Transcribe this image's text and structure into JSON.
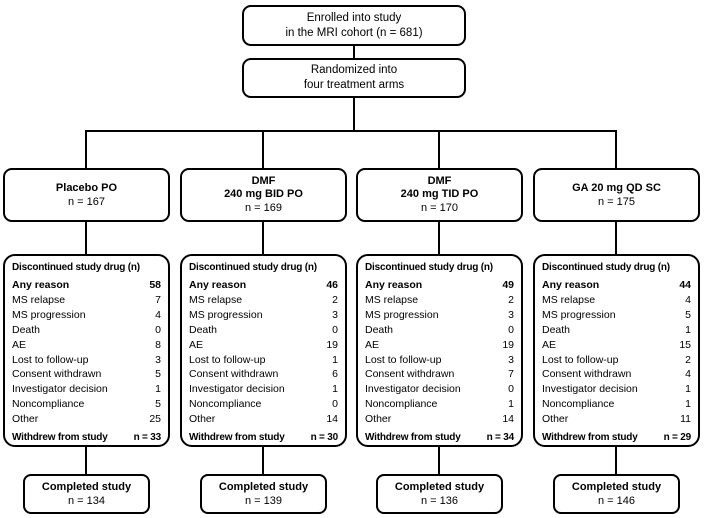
{
  "enrolled": {
    "line1": "Enrolled into study",
    "line2": "in the MRI cohort (n = 681)"
  },
  "randomized": {
    "line1": "Randomized into",
    "line2": "four treatment arms"
  },
  "discontinued_header": "Discontinued study drug (n)",
  "withdrew_label": "Withdrew from study",
  "completed_label": "Completed study",
  "reason_labels": [
    "Any reason",
    "MS relapse",
    "MS progression",
    "Death",
    "AE",
    "Lost to follow-up",
    "Consent withdrawn",
    "Investigator decision",
    "Noncompliance",
    "Other"
  ],
  "arms": [
    {
      "id": "placebo",
      "title_line1": "Placebo PO",
      "title_line2": "",
      "n": "n = 167",
      "reason_values": [
        "58",
        "7",
        "4",
        "0",
        "8",
        "3",
        "5",
        "1",
        "5",
        "25"
      ],
      "withdrew_n": "n = 33",
      "completed_n": "n = 134"
    },
    {
      "id": "dmf-bid",
      "title_line1": "DMF",
      "title_line2": "240 mg BID PO",
      "n": "n = 169",
      "reason_values": [
        "46",
        "2",
        "3",
        "0",
        "19",
        "1",
        "6",
        "1",
        "0",
        "14"
      ],
      "withdrew_n": "n = 30",
      "completed_n": "n = 139"
    },
    {
      "id": "dmf-tid",
      "title_line1": "DMF",
      "title_line2": "240 mg TID PO",
      "n": "n = 170",
      "reason_values": [
        "49",
        "2",
        "3",
        "0",
        "19",
        "3",
        "7",
        "0",
        "1",
        "14"
      ],
      "withdrew_n": "n = 34",
      "completed_n": "n = 136"
    },
    {
      "id": "ga",
      "title_line1": "GA 20 mg QD SC",
      "title_line2": "",
      "n": "n = 175",
      "reason_values": [
        "44",
        "4",
        "5",
        "1",
        "15",
        "2",
        "4",
        "1",
        "1",
        "11"
      ],
      "withdrew_n": "n = 29",
      "completed_n": "n = 146"
    }
  ],
  "colors": {
    "border": "#000000",
    "text": "#000000",
    "background": "#ffffff"
  }
}
